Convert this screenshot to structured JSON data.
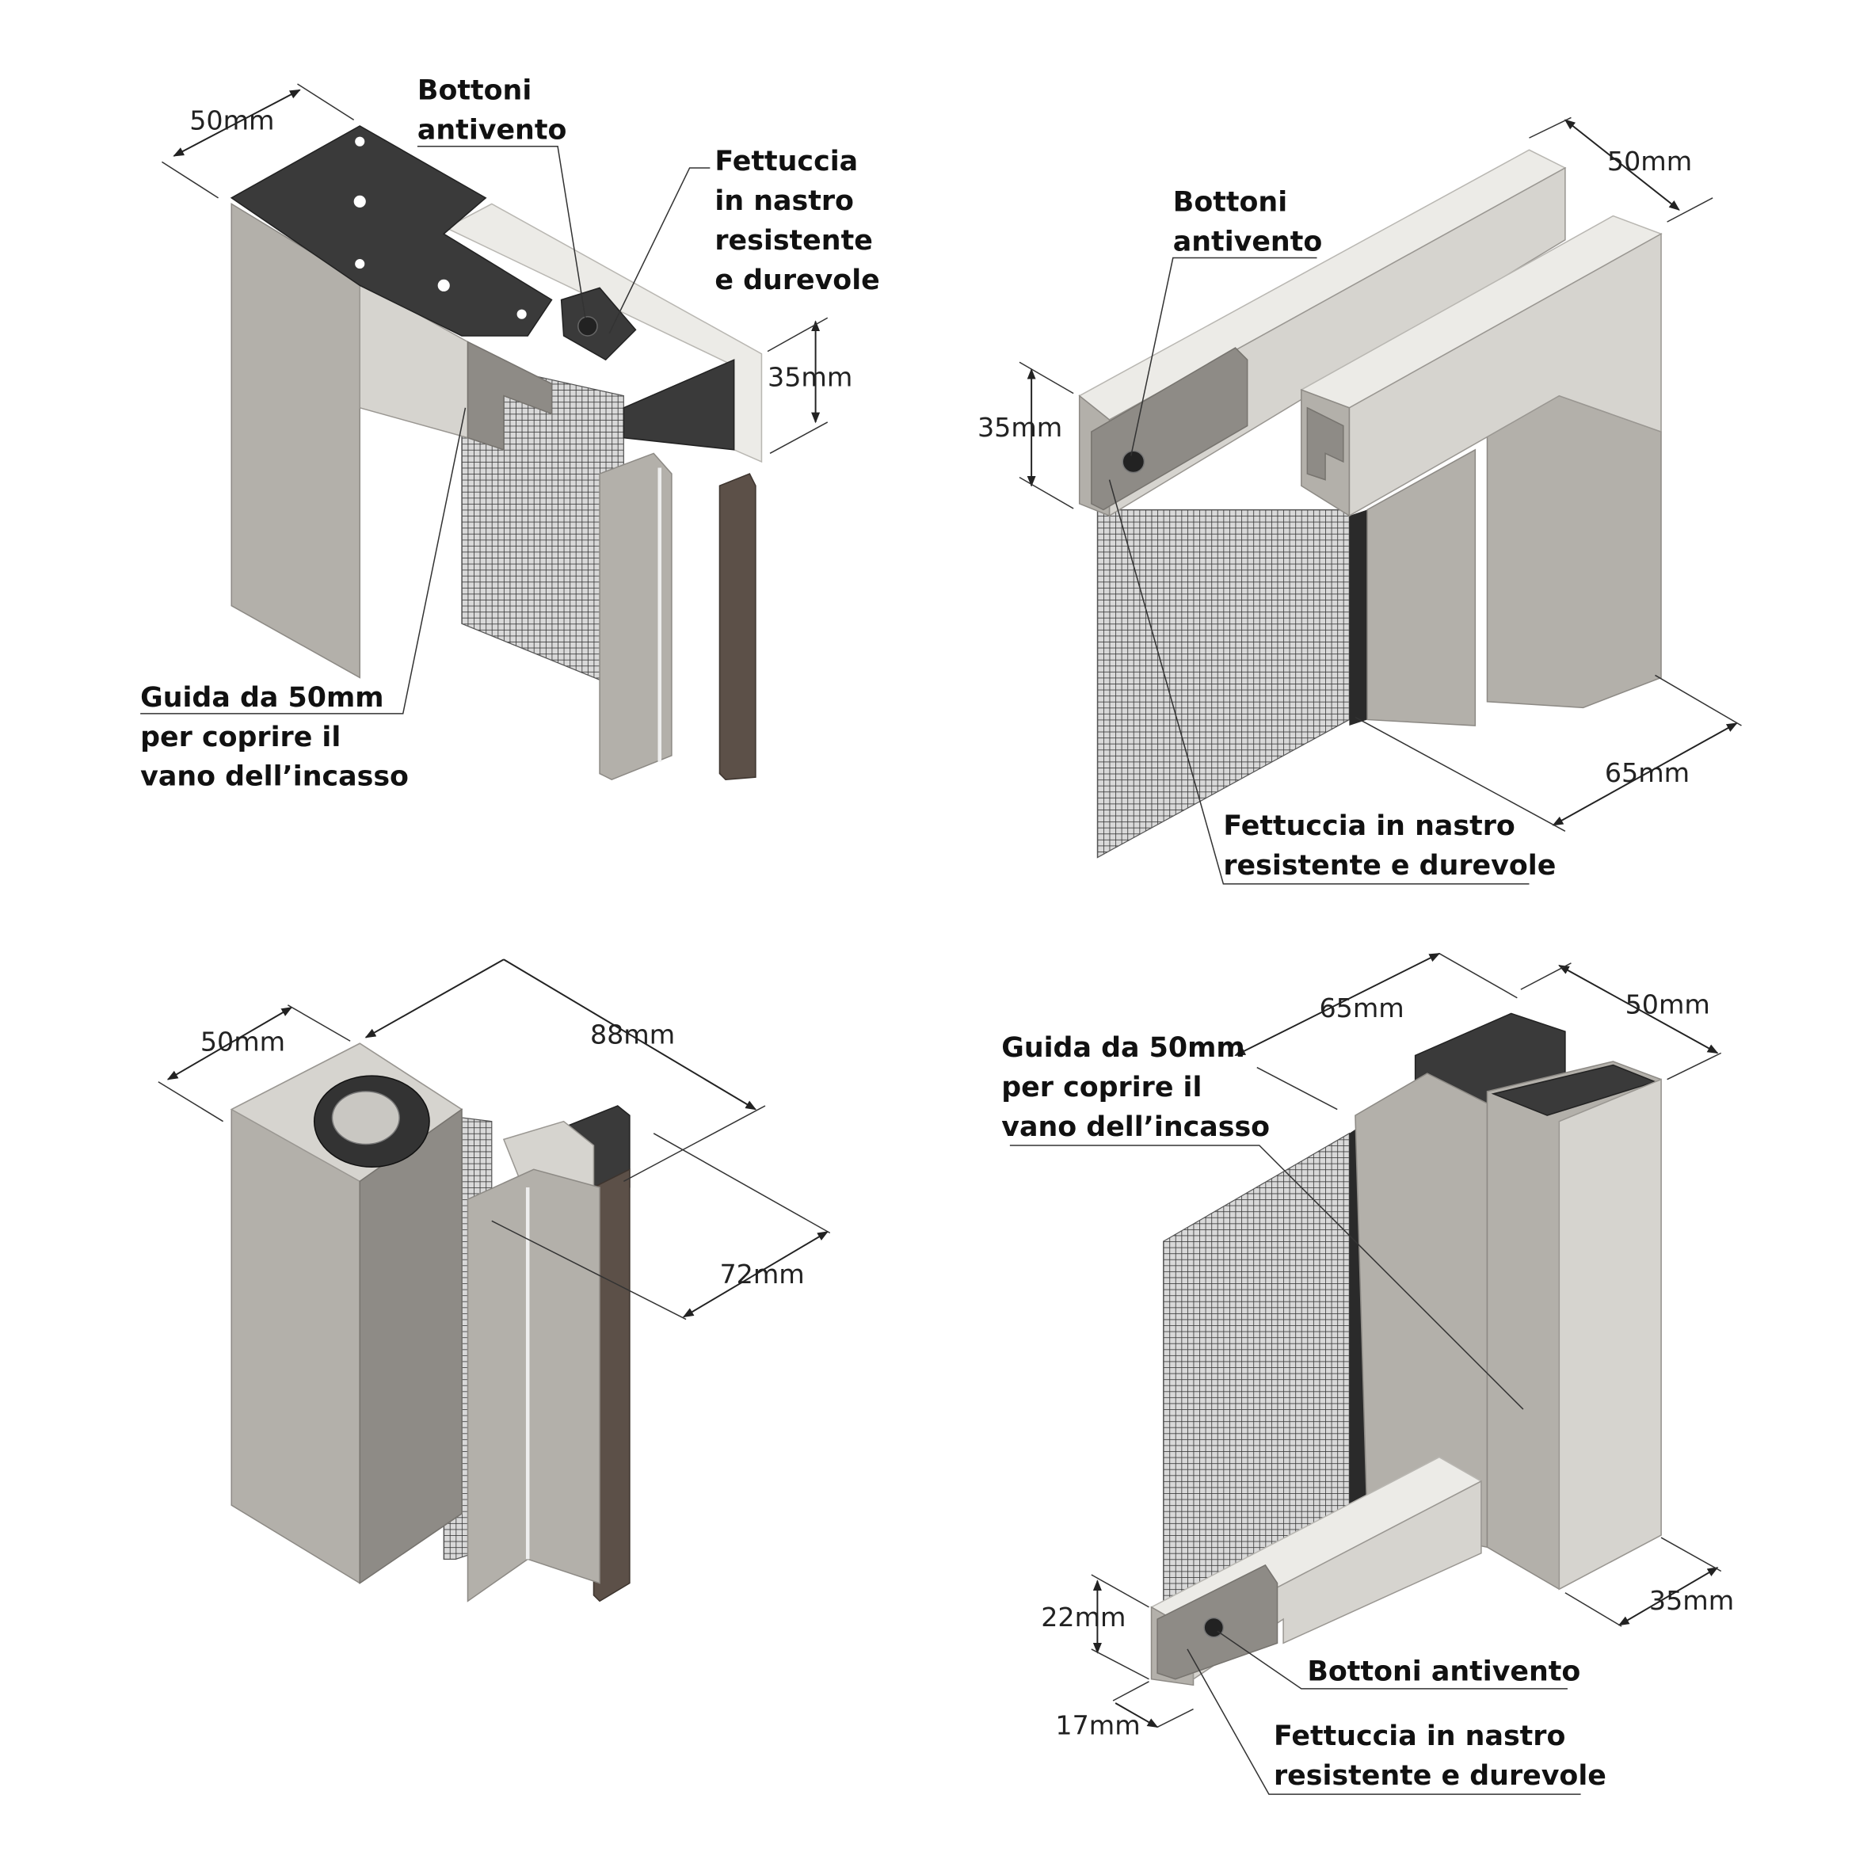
{
  "colors": {
    "aluminium": "#b3b0aa",
    "dark_plate": "#3a3a3a",
    "brown_seal": "#5c5048",
    "mesh": "#444444",
    "text": "#111111"
  },
  "panel_top_left": {
    "dim_width": "50mm",
    "dim_height": "35mm",
    "label_buttons": [
      "Bottoni",
      "antivento"
    ],
    "label_tape": [
      "Fettuccia",
      "in nastro",
      "resistente",
      "e durevole"
    ],
    "label_guide": [
      "Guida da 50mm",
      "per coprire il",
      "vano dell’incasso"
    ]
  },
  "panel_top_right": {
    "dim_width": "50mm",
    "dim_height": "35mm",
    "dim_depth": "65mm",
    "label_buttons": [
      "Bottoni",
      "antivento"
    ],
    "label_tape": [
      "Fettuccia in nastro",
      "resistente e durevole"
    ]
  },
  "panel_bottom_left": {
    "dim_width": "50mm",
    "dim_length": "88mm",
    "dim_depth": "72mm"
  },
  "panel_bottom_right": {
    "dim_depth": "65mm",
    "dim_width": "50mm",
    "dim_side": "35mm",
    "dim_rail_height": "22mm",
    "dim_rail_width": "17mm",
    "label_guide": [
      "Guida da 50mm",
      "per coprire il",
      "vano dell’incasso"
    ],
    "label_buttons": "Bottoni antivento",
    "label_tape": [
      "Fettuccia in nastro",
      "resistente e durevole"
    ]
  }
}
